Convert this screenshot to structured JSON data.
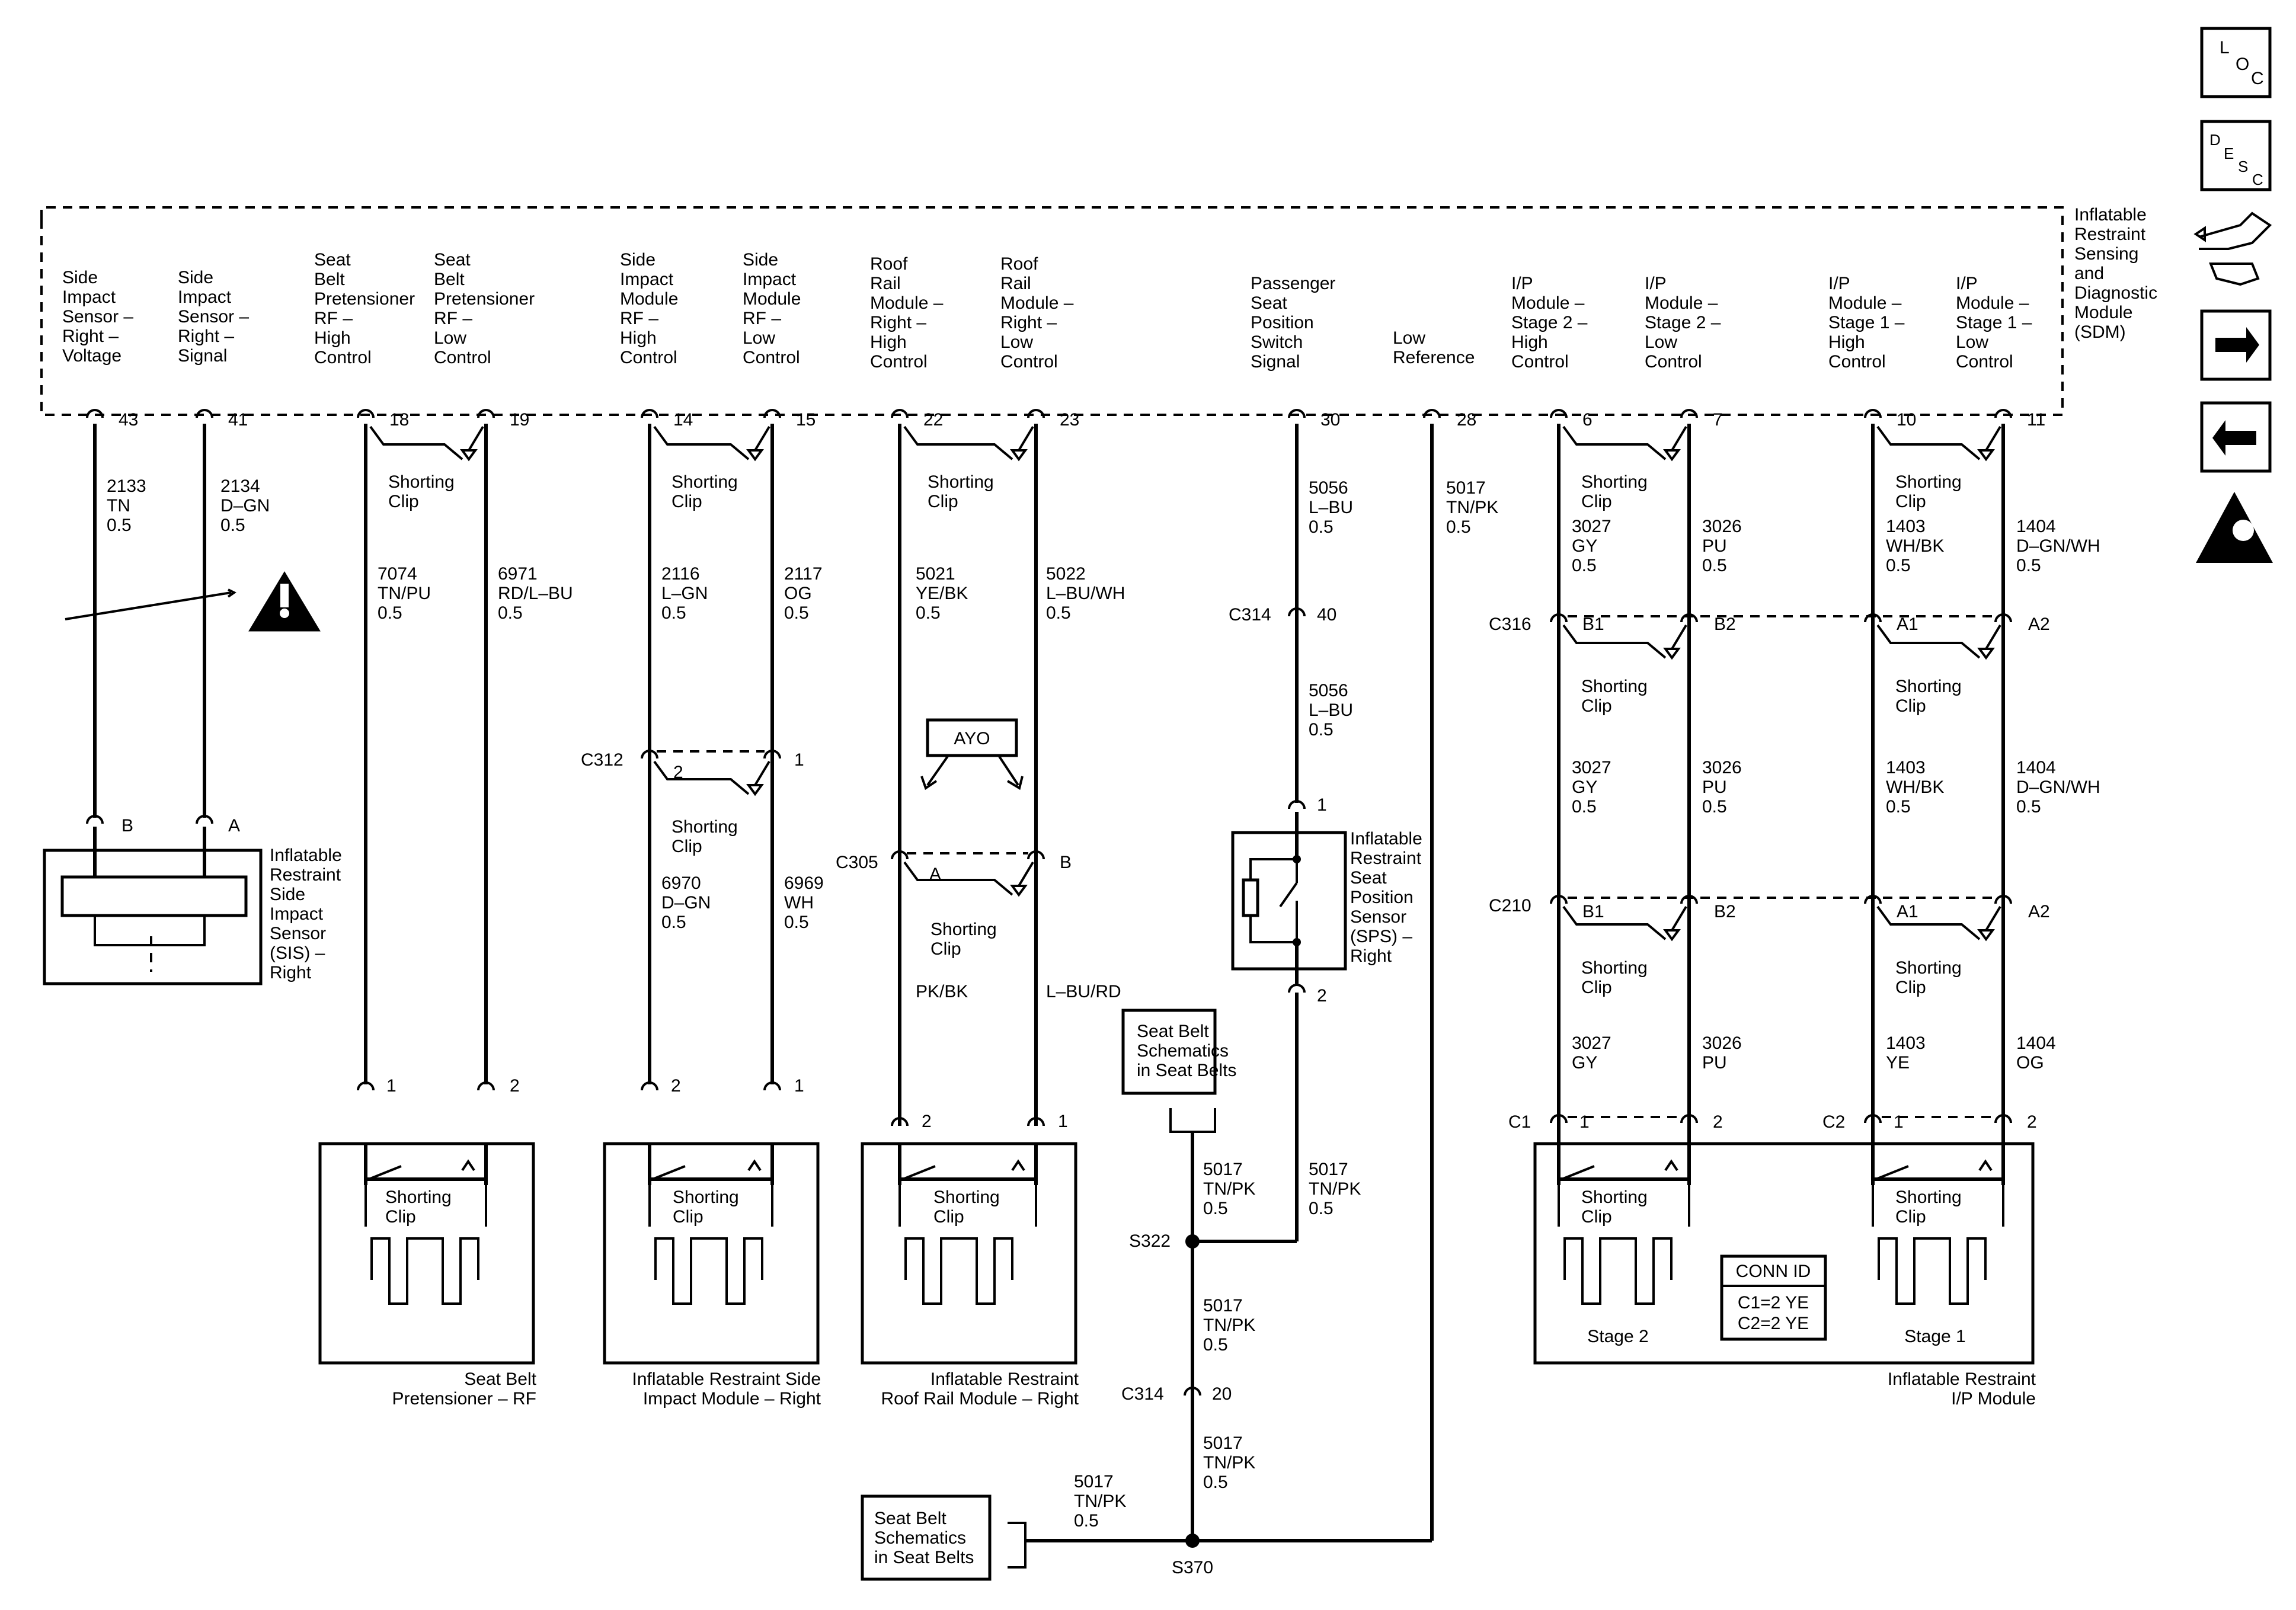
{
  "sdm": {
    "title_lines": [
      "Inflatable",
      "Restraint",
      "Sensing",
      "and",
      "Diagnostic",
      "Module",
      "(SDM)"
    ],
    "pins": [
      {
        "label": [
          "Side",
          "Impact",
          "Sensor –",
          "Right –",
          "Voltage"
        ],
        "pin": "43",
        "wire": [
          "2133",
          "TN",
          "0.5"
        ]
      },
      {
        "label": [
          "Side",
          "Impact",
          "Sensor –",
          "Right –",
          "Signal"
        ],
        "pin": "41",
        "wire": [
          "2134",
          "D–GN",
          "0.5"
        ]
      },
      {
        "label": [
          "Seat",
          "Belt",
          "Pretensioner",
          "RF –",
          "High",
          "Control"
        ],
        "pin": "18",
        "wire": [
          "7074",
          "TN/PU",
          "0.5"
        ]
      },
      {
        "label": [
          "Seat",
          "Belt",
          "Pretensioner",
          "RF –",
          "Low",
          "Control"
        ],
        "pin": "19",
        "wire": [
          "6971",
          "RD/L–BU",
          "0.5"
        ]
      },
      {
        "label": [
          "Side",
          "Impact",
          "Module",
          "RF –",
          "High",
          "Control"
        ],
        "pin": "14",
        "wire": [
          "2116",
          "L–GN",
          "0.5"
        ]
      },
      {
        "label": [
          "Side",
          "Impact",
          "Module",
          "RF –",
          "Low",
          "Control"
        ],
        "pin": "15",
        "wire": [
          "2117",
          "OG",
          "0.5"
        ]
      },
      {
        "label": [
          "Roof",
          "Rail",
          "Module –",
          "Right –",
          "High",
          "Control"
        ],
        "pin": "22",
        "wire": [
          "5021",
          "YE/BK",
          "0.5"
        ]
      },
      {
        "label": [
          "Roof",
          "Rail",
          "Module –",
          "Right –",
          "Low",
          "Control"
        ],
        "pin": "23",
        "wire": [
          "5022",
          "L–BU/WH",
          "0.5"
        ]
      },
      {
        "label": [
          "Passenger",
          "Seat",
          "Position",
          "Switch",
          "Signal"
        ],
        "pin": "30",
        "wire": [
          "5056",
          "L–BU",
          "0.5"
        ]
      },
      {
        "label": [
          "Low",
          "Reference"
        ],
        "pin": "28",
        "wire": [
          "5017",
          "TN/PK",
          "0.5"
        ]
      },
      {
        "label": [
          "I/P",
          "Module –",
          "Stage 2 –",
          "High",
          "Control"
        ],
        "pin": "6",
        "wire": [
          "3027",
          "GY",
          "0.5"
        ]
      },
      {
        "label": [
          "I/P",
          "Module –",
          "Stage 2 –",
          "Low",
          "Control"
        ],
        "pin": "7",
        "wire": [
          "3026",
          "PU",
          "0.5"
        ]
      },
      {
        "label": [
          "I/P",
          "Module –",
          "Stage 1 –",
          "High",
          "Control"
        ],
        "pin": "10",
        "wire": [
          "1403",
          "WH/BK",
          "0.5"
        ]
      },
      {
        "label": [
          "I/P",
          "Module –",
          "Stage 1 –",
          "Low",
          "Control"
        ],
        "pin": "11",
        "wire": [
          "1404",
          "D–GN/WH",
          "0.5"
        ]
      }
    ]
  },
  "common": {
    "shorting_clip": [
      "Shorting",
      "Clip"
    ]
  },
  "sis": {
    "title": [
      "Inflatable",
      "Restraint",
      "Side",
      "Impact",
      "Sensor",
      "(SIS) –",
      "Right"
    ],
    "pin_b": "B",
    "pin_a": "A"
  },
  "pretensioner": {
    "title": [
      "Seat Belt",
      "Pretensioner – RF"
    ],
    "pin1": "1",
    "pin2": "2"
  },
  "side_module": {
    "title": [
      "Inflatable Restraint Side",
      "Impact Module – Right"
    ],
    "connector": "C312",
    "c_pin_left": "2",
    "c_pin_right": "1",
    "wire_left": [
      "6970",
      "D–GN",
      "0.5"
    ],
    "wire_right": [
      "6969",
      "WH",
      "0.5"
    ],
    "pin_left": "2",
    "pin_right": "1"
  },
  "roof_rail": {
    "title": [
      "Inflatable Restraint",
      "Roof Rail Module – Right"
    ],
    "ayo": "AYO",
    "connector": "C305",
    "c_pin_a": "A",
    "c_pin_b": "B",
    "wire_left": "PK/BK",
    "wire_right": "L–BU/RD",
    "pin_left": "2",
    "pin_right": "1"
  },
  "sps": {
    "title": [
      "Inflatable",
      "Restraint",
      "Seat",
      "Position",
      "Sensor",
      "(SPS) –",
      "Right"
    ],
    "c314_top": "C314",
    "c314_top_pin": "40",
    "wire_mid": [
      "5056",
      "L–BU",
      "0.5"
    ],
    "pin1": "1",
    "pin2": "2",
    "wire_down": [
      "5017",
      "TN/PK",
      "0.5"
    ]
  },
  "ground": {
    "ref1": [
      "Seat Belt",
      "Schematics",
      "in Seat Belts"
    ],
    "ref2": [
      "Seat Belt",
      "Schematics",
      "in Seat Belts"
    ],
    "s322": "S322",
    "s370": "S370",
    "c314": "C314",
    "c314_pin": "20",
    "wire_a": [
      "5017",
      "TN/PK",
      "0.5"
    ],
    "wire_b": [
      "5017",
      "TN/PK",
      "0.5"
    ],
    "wire_c": [
      "5017",
      "TN/PK",
      "0.5"
    ],
    "wire_d": [
      "5017",
      "TN/PK",
      "0.5"
    ]
  },
  "ip_module": {
    "title": [
      "Inflatable Restraint",
      "I/P Module"
    ],
    "c316": "C316",
    "c210": "C210",
    "c1": "C1",
    "c2": "C2",
    "row_pins": [
      "B1",
      "B2",
      "A1",
      "A2"
    ],
    "mid_wires": [
      [
        "3027",
        "GY",
        "0.5"
      ],
      [
        "3026",
        "PU",
        "0.5"
      ],
      [
        "1403",
        "WH/BK",
        "0.5"
      ],
      [
        "1404",
        "D–GN/WH",
        "0.5"
      ]
    ],
    "low_wires": [
      [
        "3027",
        "GY"
      ],
      [
        "3026",
        "PU"
      ],
      [
        "1403",
        "YE"
      ],
      [
        "1404",
        "OG"
      ]
    ],
    "end_pins": [
      "1",
      "2",
      "1",
      "2"
    ],
    "stage2": "Stage 2",
    "stage1": "Stage 1",
    "conn_id": "CONN ID",
    "conn_rows": [
      "C1=2 YE",
      "C2=2 YE"
    ]
  },
  "icons": {
    "loc": [
      "L",
      "O",
      "C"
    ],
    "desc": [
      "D",
      "E",
      "S",
      "C"
    ]
  }
}
